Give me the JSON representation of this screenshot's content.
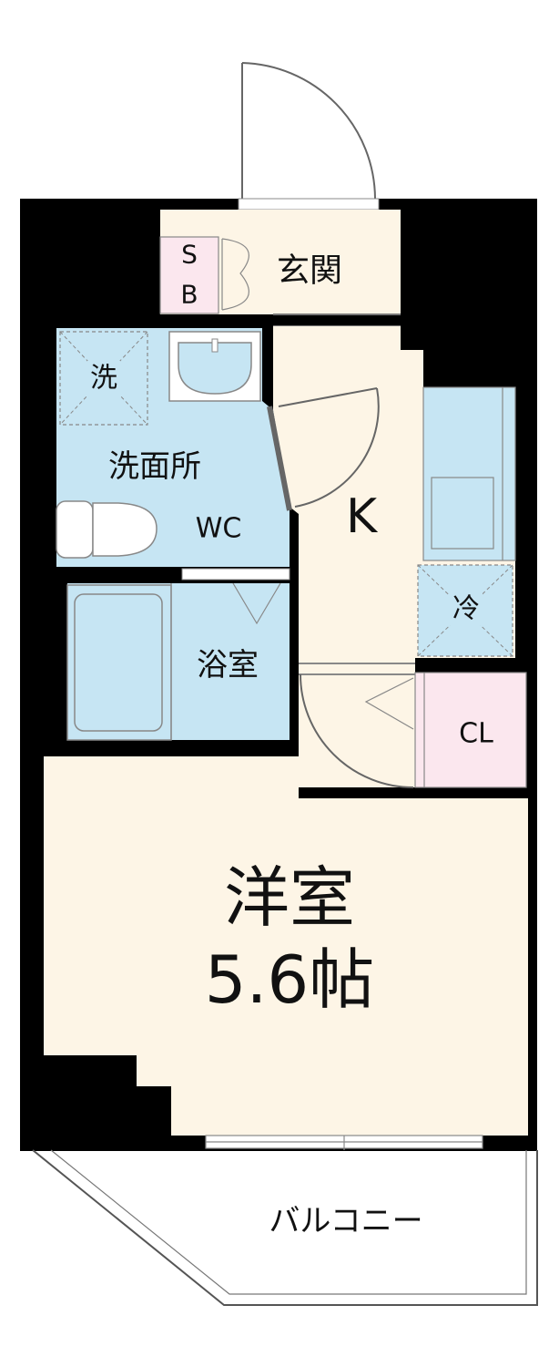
{
  "colors": {
    "wall": "#000000",
    "floor_cream": "#fdf5e6",
    "wet_blue": "#c6e5f3",
    "pink": "#fbe7ee",
    "line": "#555555",
    "text": "#111111"
  },
  "rooms": {
    "entrance": "玄関",
    "shoe_box_top": "S",
    "shoe_box_bottom": "B",
    "washer": "洗",
    "washroom": "洗面所",
    "toilet": "WC",
    "kitchen": "K",
    "fridge": "冷",
    "bath": "浴室",
    "closet": "CL",
    "western_room": "洋室",
    "room_size": "5.6帖",
    "balcony": "バルコニー"
  },
  "icons": {
    "entry_door": "door-swing-icon",
    "sink": "washbasin-icon",
    "toilet": "toilet-icon",
    "bathtub": "bathtub-icon",
    "stove": "kitchen-counter-icon",
    "window": "sliding-window-icon"
  }
}
